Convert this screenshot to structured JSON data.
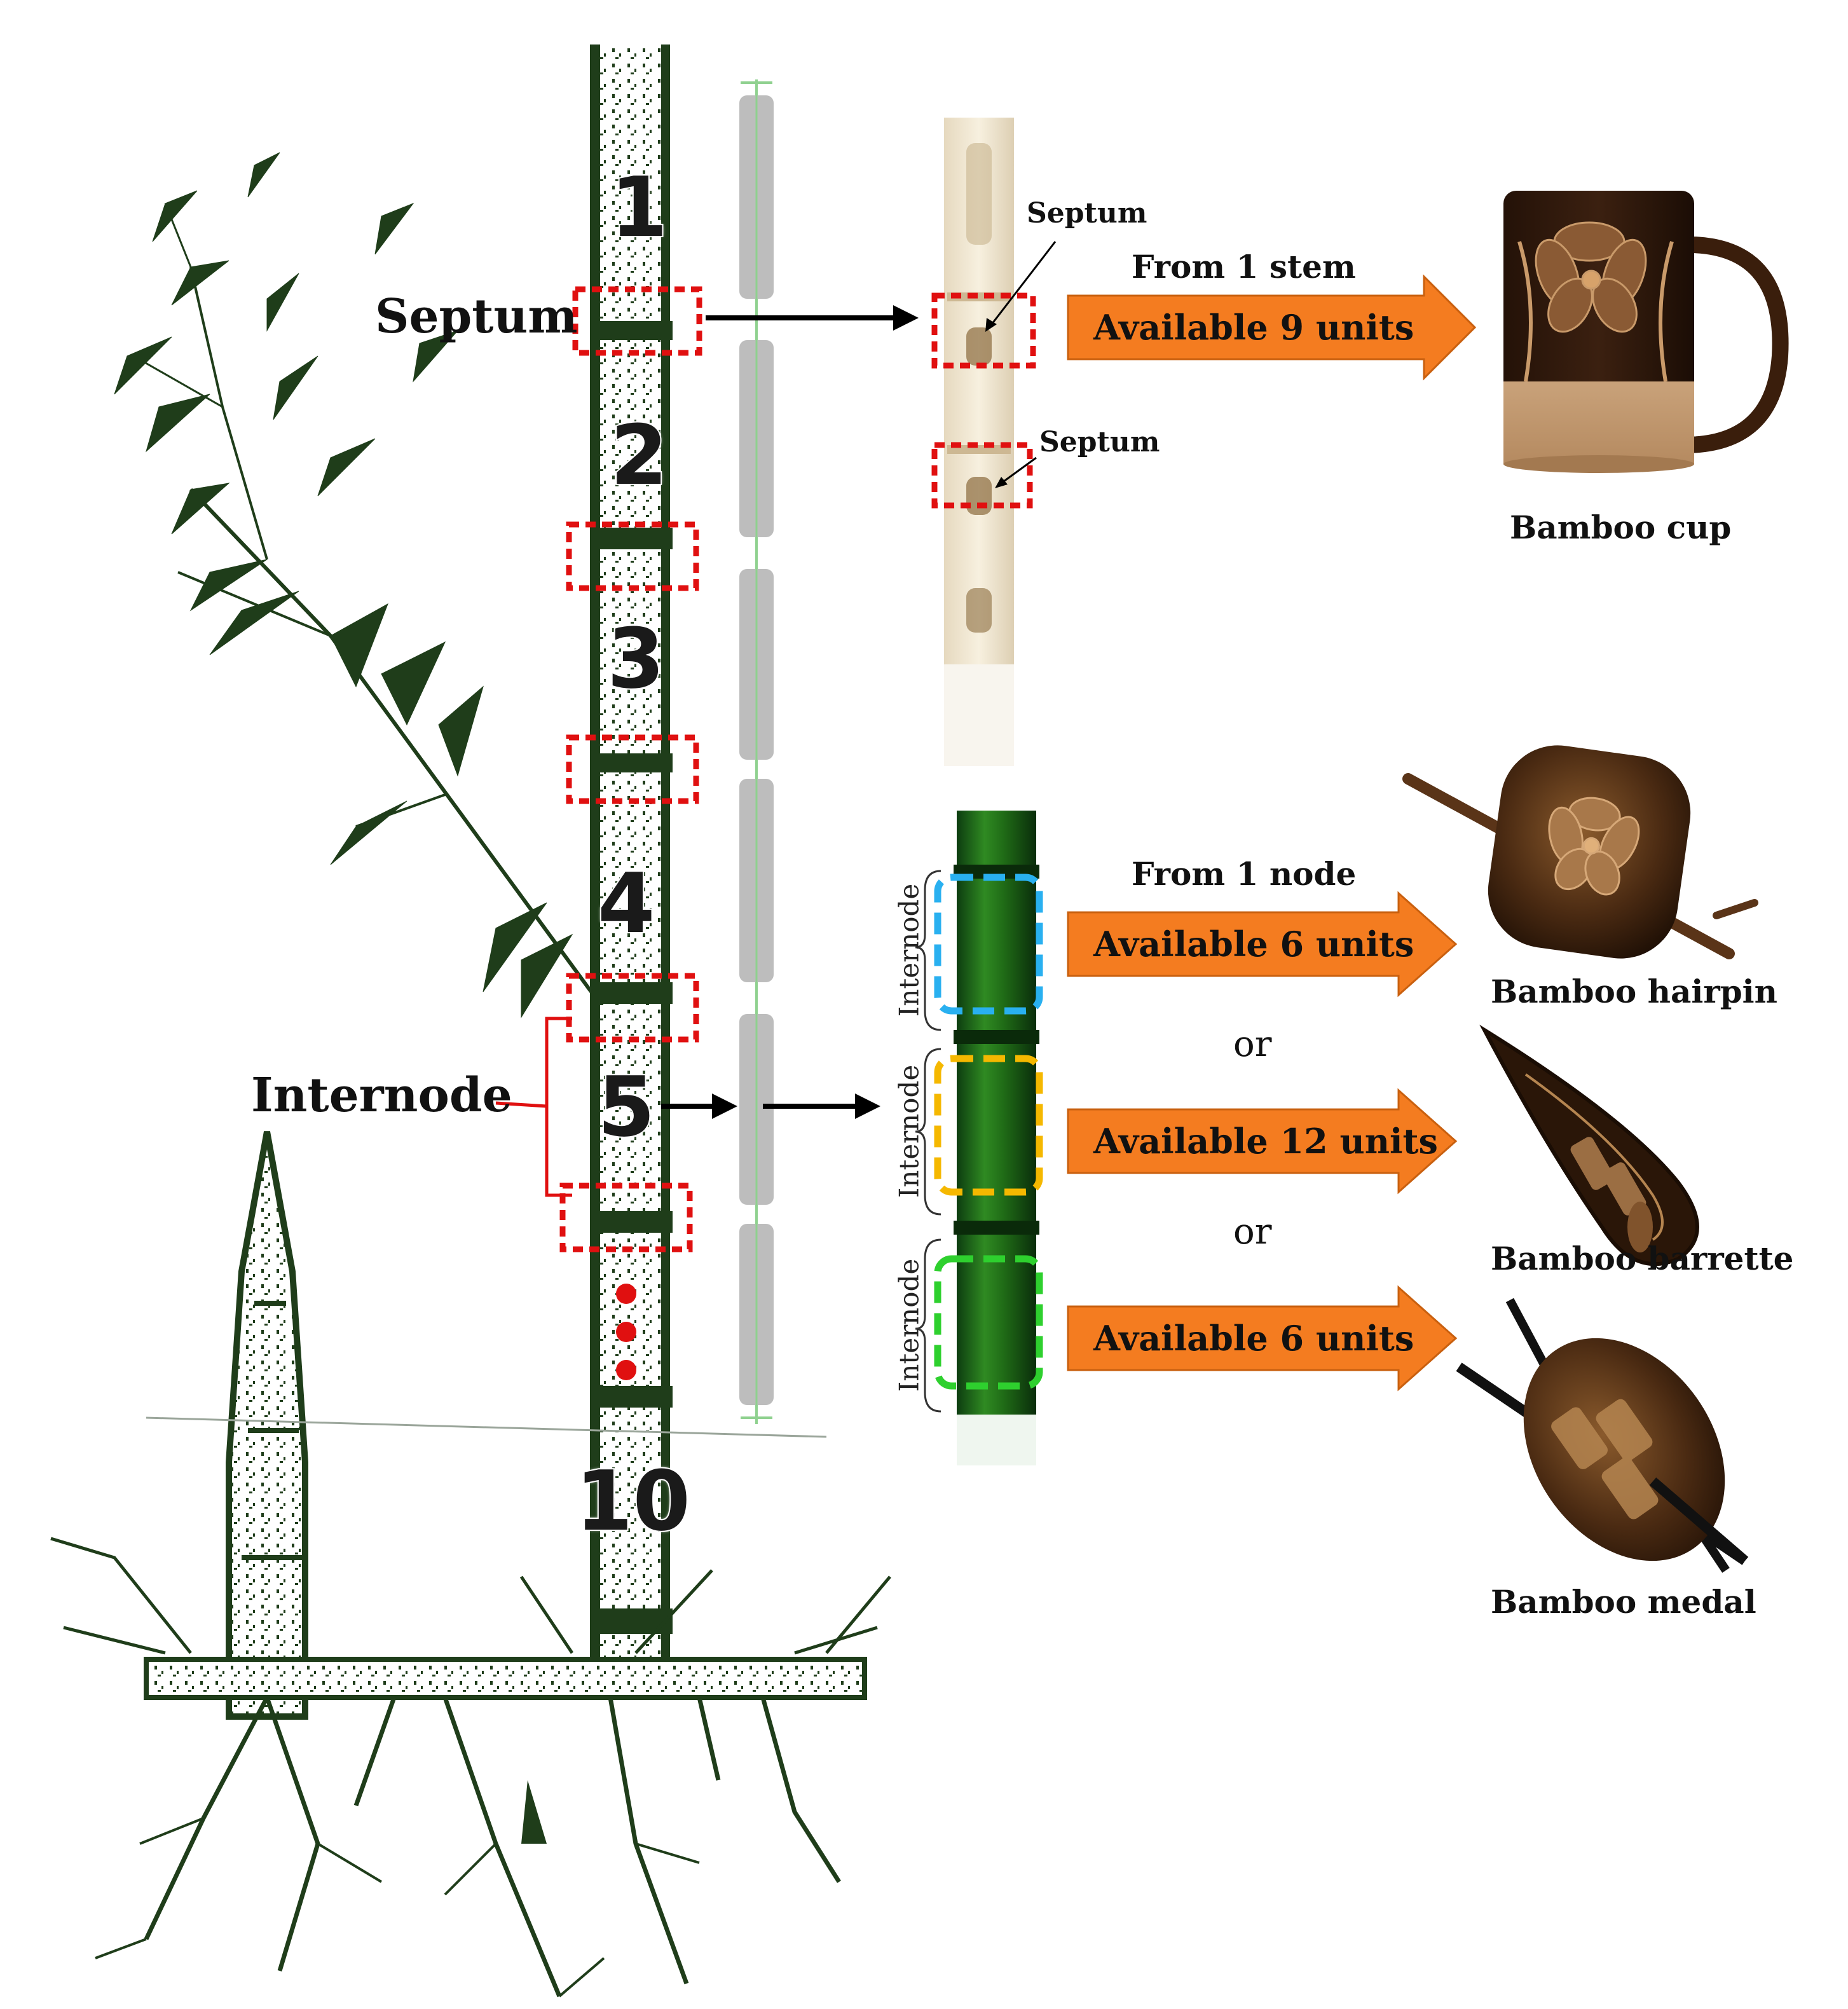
{
  "stem_segment_numbers": [
    "1",
    "2",
    "3",
    "4",
    "5",
    "10"
  ],
  "labels": {
    "septum_main": "Septum",
    "internode_main": "Internode",
    "septum_small_1": "Septum",
    "septum_small_2": "Septum",
    "internode_vertical": "Internode"
  },
  "flows": {
    "stem": {
      "heading": "From 1 stem",
      "arrow_text": "Available 9 units",
      "product": "Bamboo cup"
    },
    "node": {
      "heading": "From 1 node",
      "options": [
        {
          "arrow_text": "Available 6 units",
          "product": "Bamboo hairpin"
        },
        {
          "arrow_text": "Available 12 units",
          "product": "Bamboo barrette"
        },
        {
          "arrow_text": "Available 6 units",
          "product": "Bamboo medal"
        }
      ],
      "separator": "or"
    }
  },
  "colors": {
    "bamboo_dark": "#1f3d1a",
    "septum_box": "#e01010",
    "arrow_orange": "#f47c20",
    "arrow_outline": "#c9600f",
    "internode_blue": "#29b0f0",
    "internode_yellow": "#f5b800",
    "internode_green": "#2ed02e",
    "bar_gray": "#bdbdbd",
    "bar_line": "#8fd18f",
    "product_brown": "#5a3418"
  }
}
